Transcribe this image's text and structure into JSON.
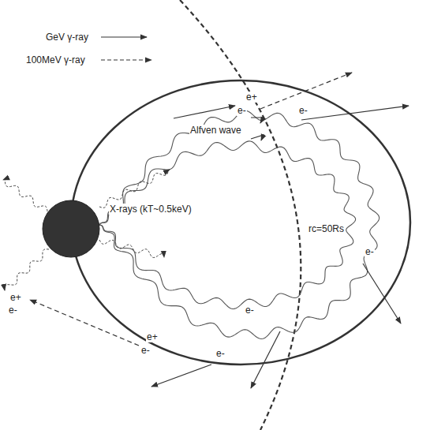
{
  "diagram": {
    "labels": [
      "e+",
      "e-",
      "e-",
      "Alfven wave",
      "X-rays (kT~0.5keV)",
      "rc=50Rs",
      "e-",
      "e+",
      "e-",
      "e-",
      "e+",
      "e-",
      "e-"
    ],
    "legend": [
      {
        "text": "GeV γ-ray"
      },
      {
        "text": "100MeV γ-ray"
      }
    ]
  }
}
